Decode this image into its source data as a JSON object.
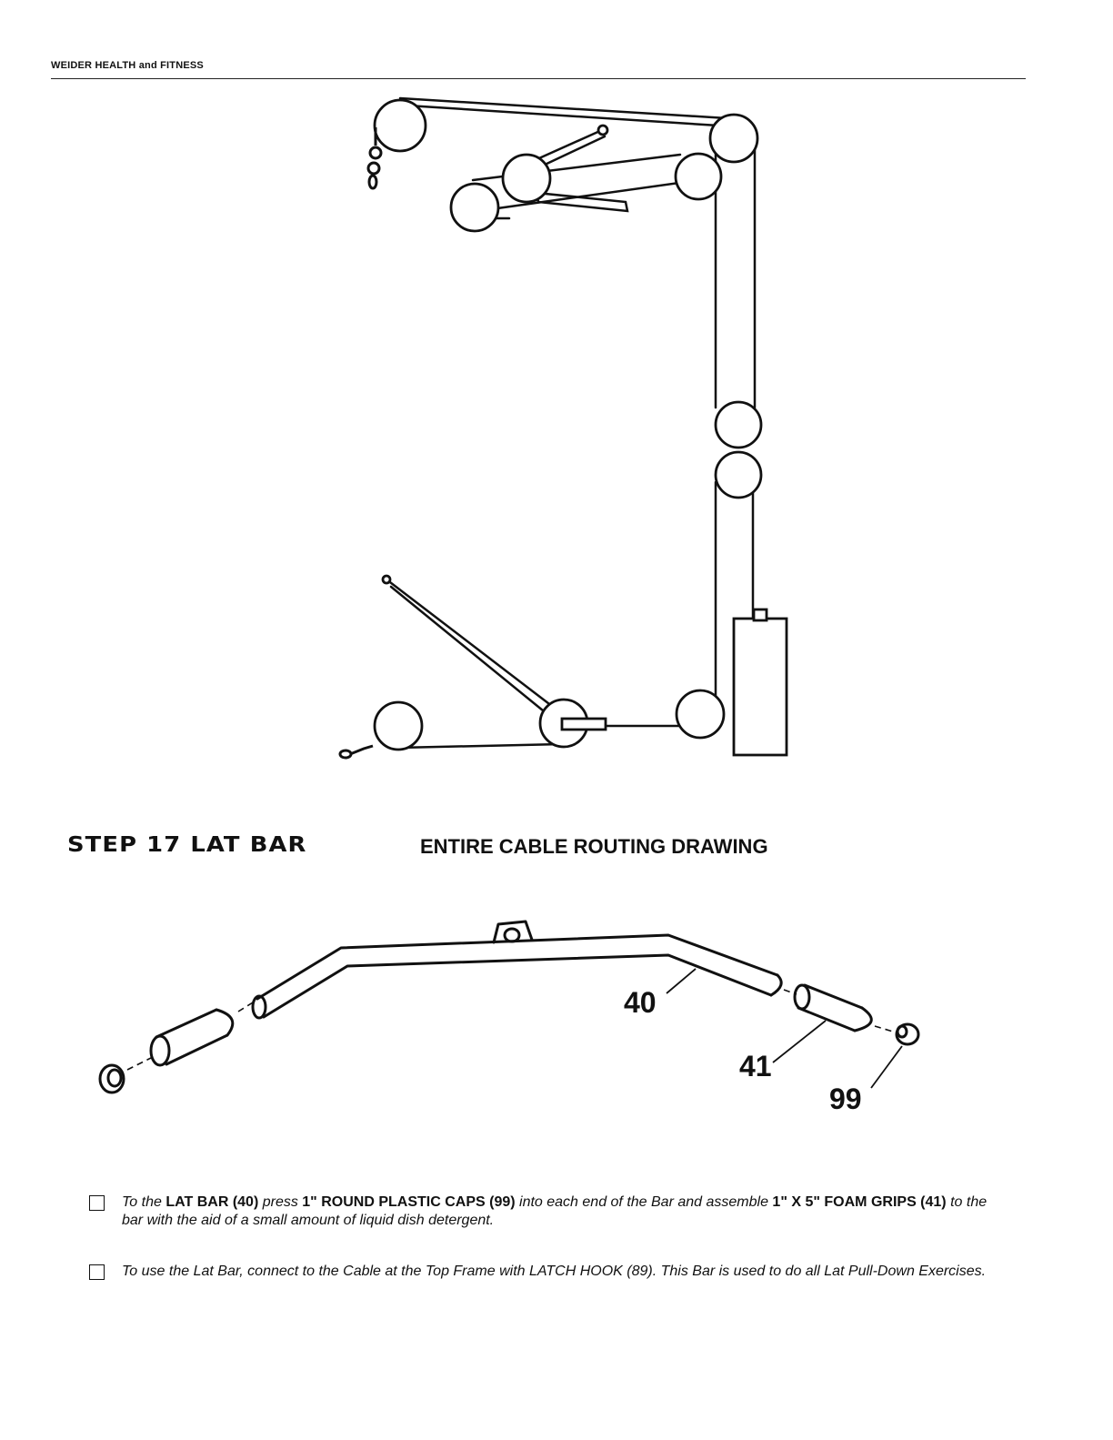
{
  "header": {
    "company": "WEIDER HEALTH and FITNESS"
  },
  "step": {
    "title": "STEP 17  LAT BAR"
  },
  "cable_drawing": {
    "caption": "ENTIRE CABLE ROUTING DRAWING"
  },
  "lat_bar_diagram": {
    "callouts": [
      {
        "id": "bar",
        "label": "40"
      },
      {
        "id": "grip",
        "label": "41"
      },
      {
        "id": "cap",
        "label": "99"
      }
    ]
  },
  "instructions": [
    {
      "p1": "To the ",
      "b1": "LAT BAR (40)",
      "p2": " press ",
      "b2": "1\" ROUND PLASTIC CAPS (99)",
      "p3": " into each end of the Bar and assemble ",
      "b3": "1\" X 5\" FOAM GRIPS (41)",
      "p4": " to the bar with the aid of a small amount of liquid dish detergent."
    },
    {
      "text": "To use the Lat Bar, connect to the Cable at the Top Frame with LATCH HOOK (89).  This Bar is used to do all  Lat Pull-Down Exercises."
    }
  ]
}
